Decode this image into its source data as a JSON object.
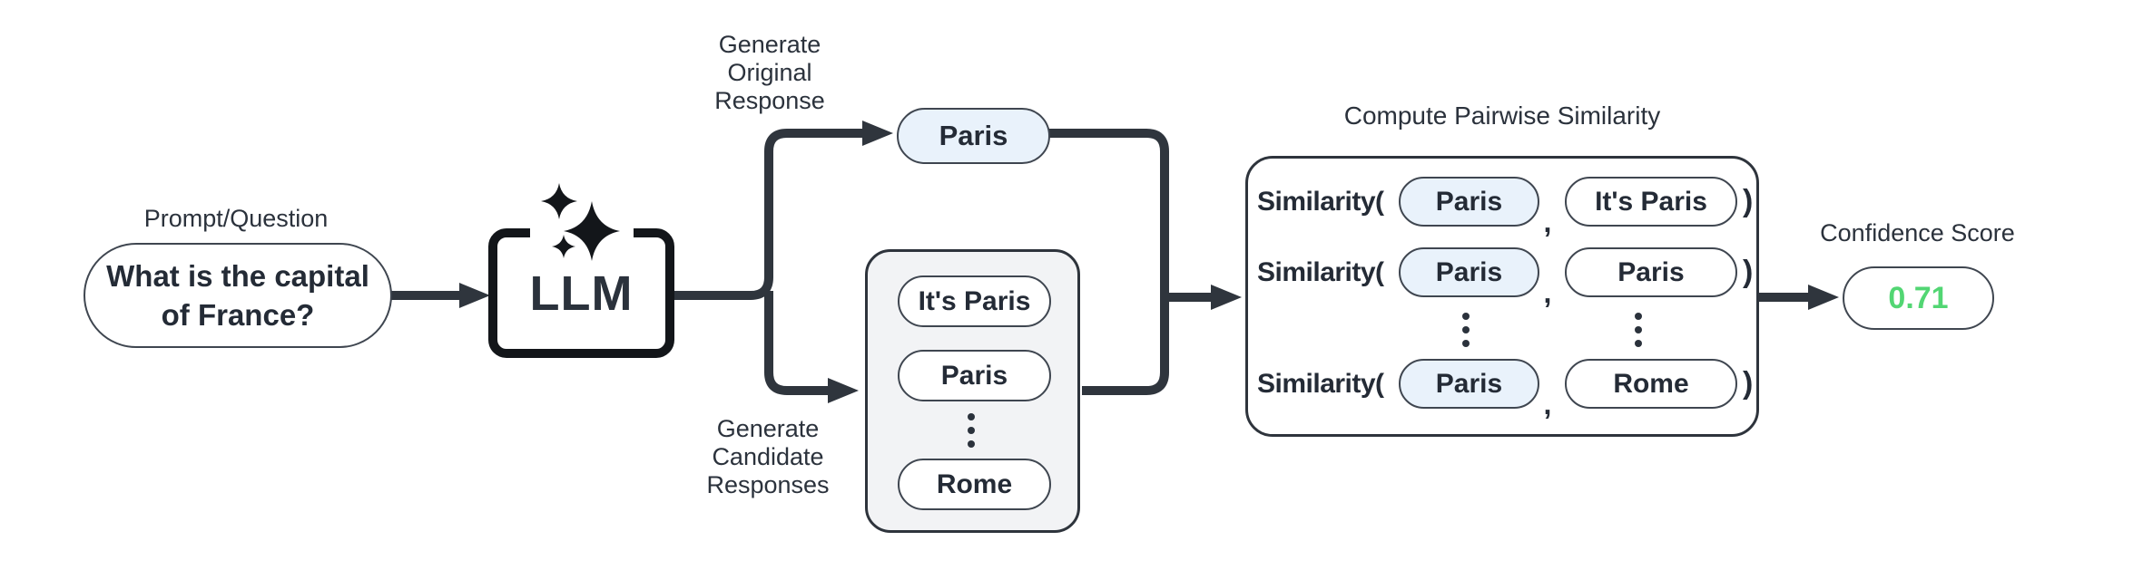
{
  "prompt": {
    "label": "Prompt/Question",
    "value": "What is the capital\nof France?"
  },
  "llm": {
    "label": "LLM",
    "icon": "sparkles-icon"
  },
  "flow": {
    "generate_original_label": "Generate\nOriginal\nResponse",
    "generate_candidates_label": "Generate\nCandidate\nResponses"
  },
  "original_response": {
    "value": "Paris"
  },
  "candidates": {
    "items": [
      "It's Paris",
      "Paris",
      "Rome"
    ],
    "ellipsis": "⋮"
  },
  "similarity": {
    "title": "Compute Pairwise Similarity",
    "function_label": "Similarity(",
    "comma": ",",
    "close_paren": ")",
    "ellipsis": "⋮",
    "rows": [
      {
        "left": "Paris",
        "right": "It's Paris"
      },
      {
        "left": "Paris",
        "right": "Paris"
      },
      {
        "left": "Paris",
        "right": "Rome"
      }
    ]
  },
  "confidence": {
    "label": "Confidence Score",
    "value": "0.71"
  },
  "colors": {
    "accent_blue_fill": "#e9f2fb",
    "candidate_box_fill": "#f2f3f5",
    "line_dark": "#2f353d",
    "text_dark": "#242b36",
    "score_green": "#52d673"
  }
}
